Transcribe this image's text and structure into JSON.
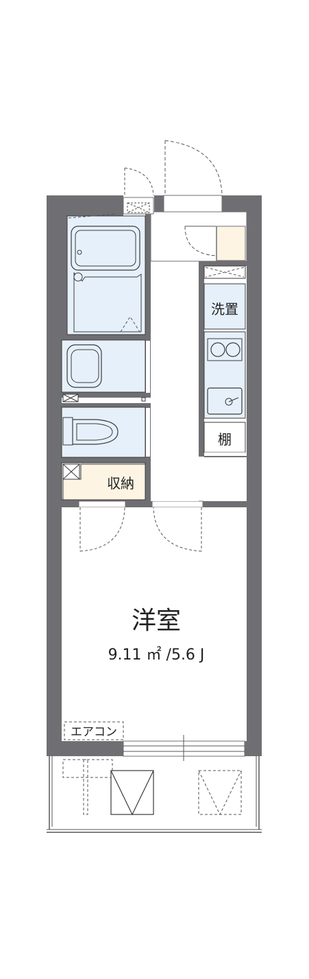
{
  "rooms": {
    "washer": "洗置",
    "shelf": "棚",
    "storage": "収納",
    "western_room": "洋室",
    "western_room_area": "9.11 ㎡ /5.6 J",
    "aircon": "エアコン"
  },
  "colors": {
    "wall": "#6f6f73",
    "wet_area": "#e6f0fb",
    "storage_fill": "#fdf4e3",
    "fixture_line": "#3a3a3a"
  }
}
